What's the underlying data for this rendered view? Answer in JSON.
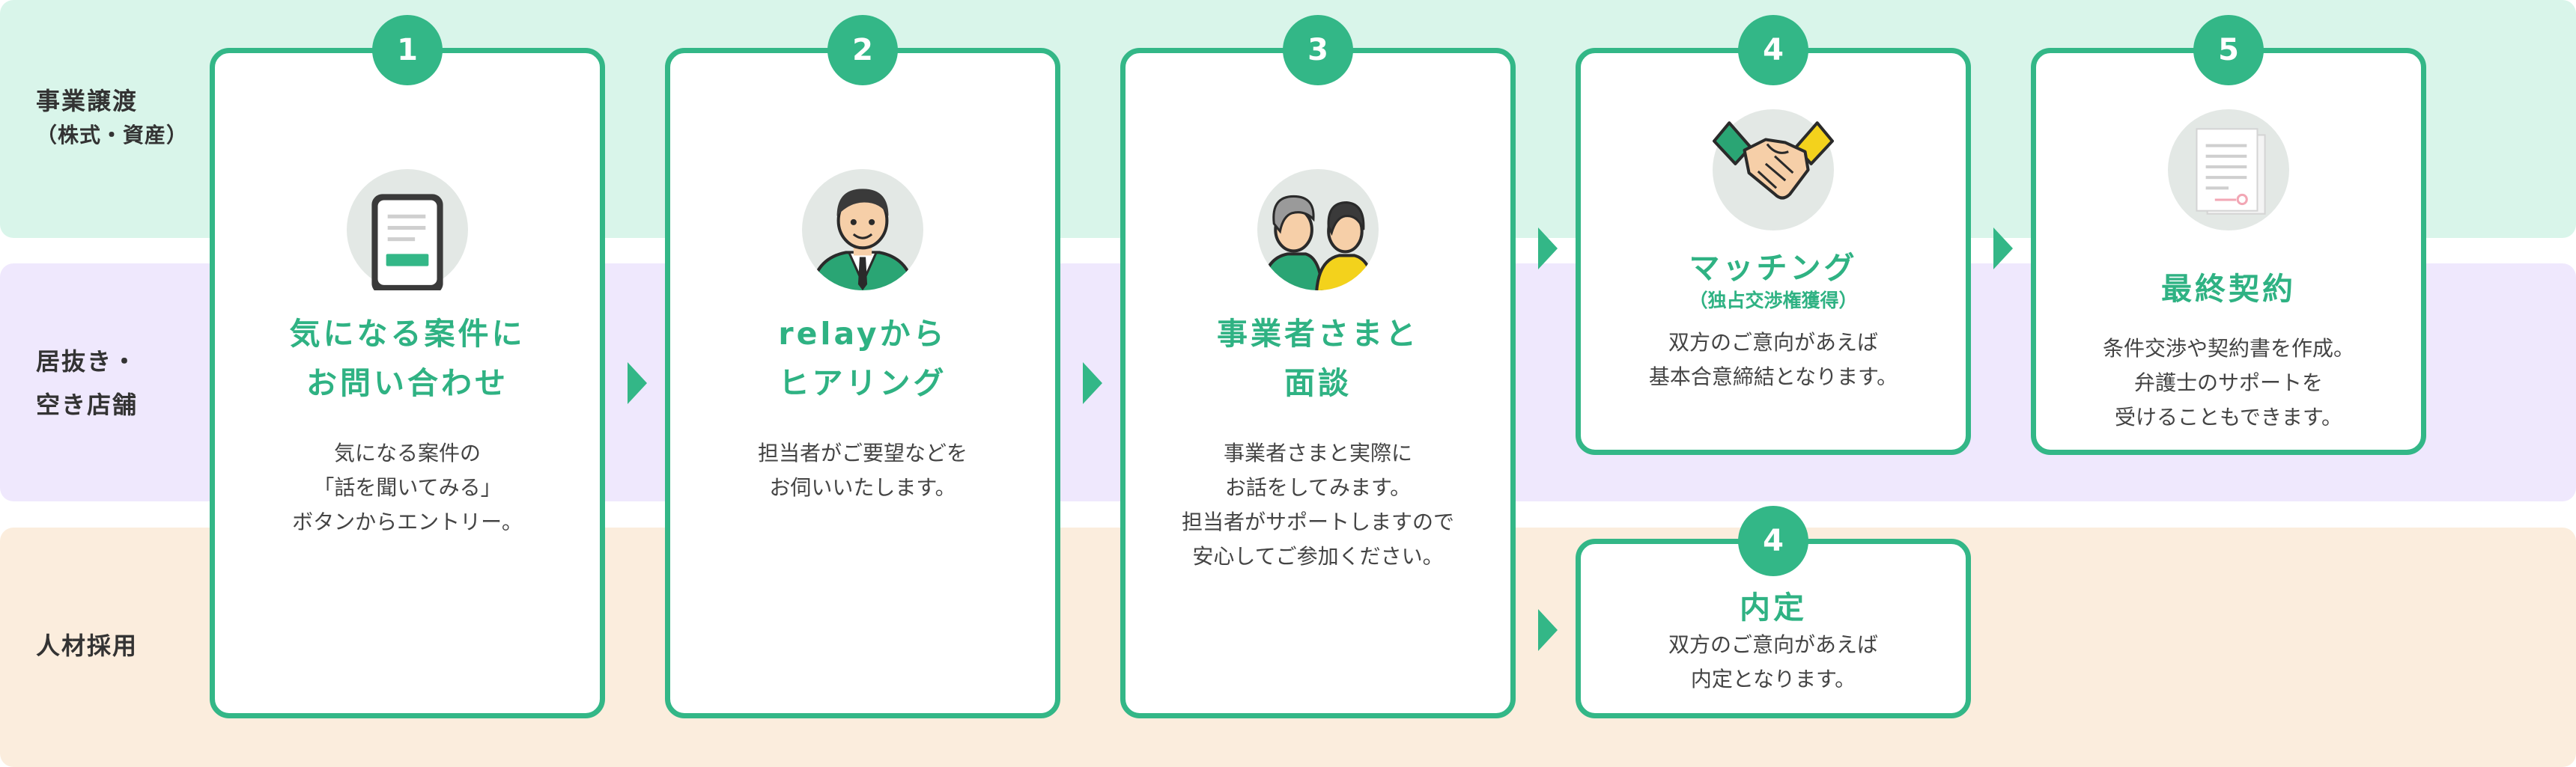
{
  "rows": {
    "transfer": {
      "label": "事業譲渡",
      "sublabel": "（株式・資産）"
    },
    "tenant": {
      "line1": "居抜き・",
      "line2": "空き店舗"
    },
    "hr": {
      "label": "人材採用"
    }
  },
  "steps": [
    {
      "number": "1",
      "title_lines": [
        "気になる案件に",
        "お問い合わせ"
      ],
      "desc_lines": [
        "気になる案件の",
        "「話を聞いてみる」",
        "ボタンからエントリー。"
      ],
      "icon": "document-icon"
    },
    {
      "number": "2",
      "title_lines": [
        "relayから",
        "ヒアリング"
      ],
      "desc_lines": [
        "担当者がご要望などを",
        "お伺いいたします。"
      ],
      "icon": "staff-person-icon"
    },
    {
      "number": "3",
      "title_lines": [
        "事業者さまと",
        "面談"
      ],
      "desc_lines": [
        "事業者さまと実際に",
        "お話をしてみます。",
        "担当者がサポートしますので",
        "安心してご参加ください。"
      ],
      "icon": "meeting-people-icon"
    },
    {
      "number": "4",
      "title": "マッチング",
      "subtitle": "（独占交渉権獲得）",
      "desc_lines": [
        "双方のご意向があえば",
        "基本合意締結となります。"
      ],
      "icon": "handshake-icon"
    },
    {
      "number": "5",
      "title": "最終契約",
      "desc_lines": [
        "条件交渉や契約書を作成。",
        "弁護士のサポートを",
        "受けることもできます。"
      ],
      "icon": "contract-icon"
    },
    {
      "number": "4",
      "title": "内定",
      "desc_lines": [
        "双方のご意向があえば",
        "内定となります。"
      ]
    }
  ],
  "colors": {
    "accent": "#33b787",
    "band_green": "#d9f5ea",
    "band_purple": "#efe8fd",
    "band_orange": "#fbeddd"
  }
}
